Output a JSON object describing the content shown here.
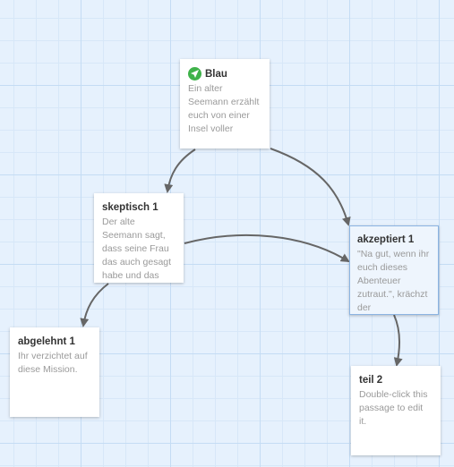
{
  "passages": {
    "blau": {
      "title": "Blau",
      "excerpt": "Ein alter Seemann erzählt euch von einer Insel voller",
      "start_icon": "rocket-icon"
    },
    "skeptisch": {
      "title": "skeptisch 1",
      "excerpt": "Der alte Seemann sagt, dass seine Frau das auch gesagt habe und das"
    },
    "akzeptiert": {
      "title": "akzeptiert 1",
      "excerpt": "\"Na gut, wenn ihr euch dieses Abenteuer zutraut.\", krächzt der"
    },
    "abgelehnt": {
      "title": "abgelehnt 1",
      "excerpt": "Ihr verzichtet auf diese Mission."
    },
    "teil2": {
      "title": "teil 2",
      "excerpt": "Double-click this passage to edit it."
    }
  },
  "colors": {
    "background": "#e6f1fd",
    "grid_major": "#c4dcf4",
    "arrow": "#666666",
    "start_badge": "#3fb24a",
    "selected_border": "#8bb4e2"
  }
}
